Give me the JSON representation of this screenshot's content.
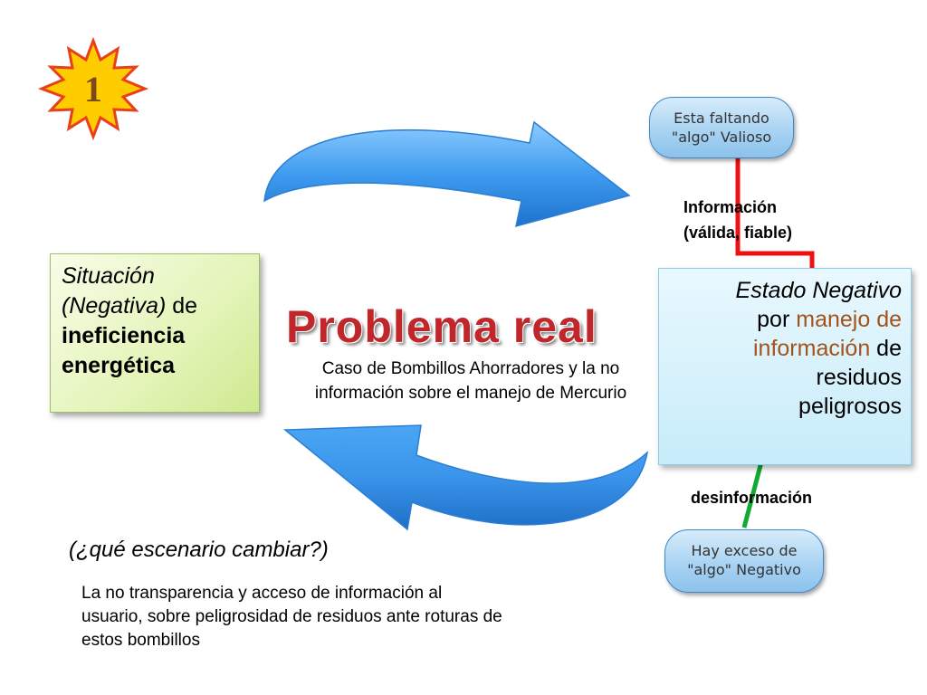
{
  "badge": {
    "number": "1",
    "fill": "#ffcc00",
    "stroke": "#e8401a"
  },
  "left_box": {
    "line1_italic": "Situación",
    "line2_italic": "(Negativa)",
    "line2_rest": " de",
    "line3_bold": "ineficiencia",
    "line4_bold": "energética"
  },
  "title": "Problema real",
  "subtitle": "Caso de Bombillos Ahorradores y la no información sobre el manejo de Mercurio",
  "right_box": {
    "line1_italic": "Estado Negativo",
    "line2_a": "por ",
    "line2_b": "manejo de",
    "line3_a": "información",
    "line3_b": " de",
    "line4": "residuos",
    "line5": "peligrosos"
  },
  "bubble_top": {
    "line1": "Esta faltando",
    "line2": "\"algo\" Valioso"
  },
  "bubble_bottom": {
    "line1": "Hay exceso de",
    "line2": "\"algo\" Negativo"
  },
  "label_info": {
    "line1": "Información",
    "line2": "(válida, fiable)"
  },
  "label_desinfo": "desinformación",
  "question": "(¿qué escenario cambiar?)",
  "note": "La no transparencia y acceso de información al usuario, sobre peligrosidad de residuos ante roturas de estos bombillos",
  "colors": {
    "info_arrow": "#ee1111",
    "desinfo_arrow": "#11aa33",
    "cycle_arrow": "#3a9bee"
  }
}
